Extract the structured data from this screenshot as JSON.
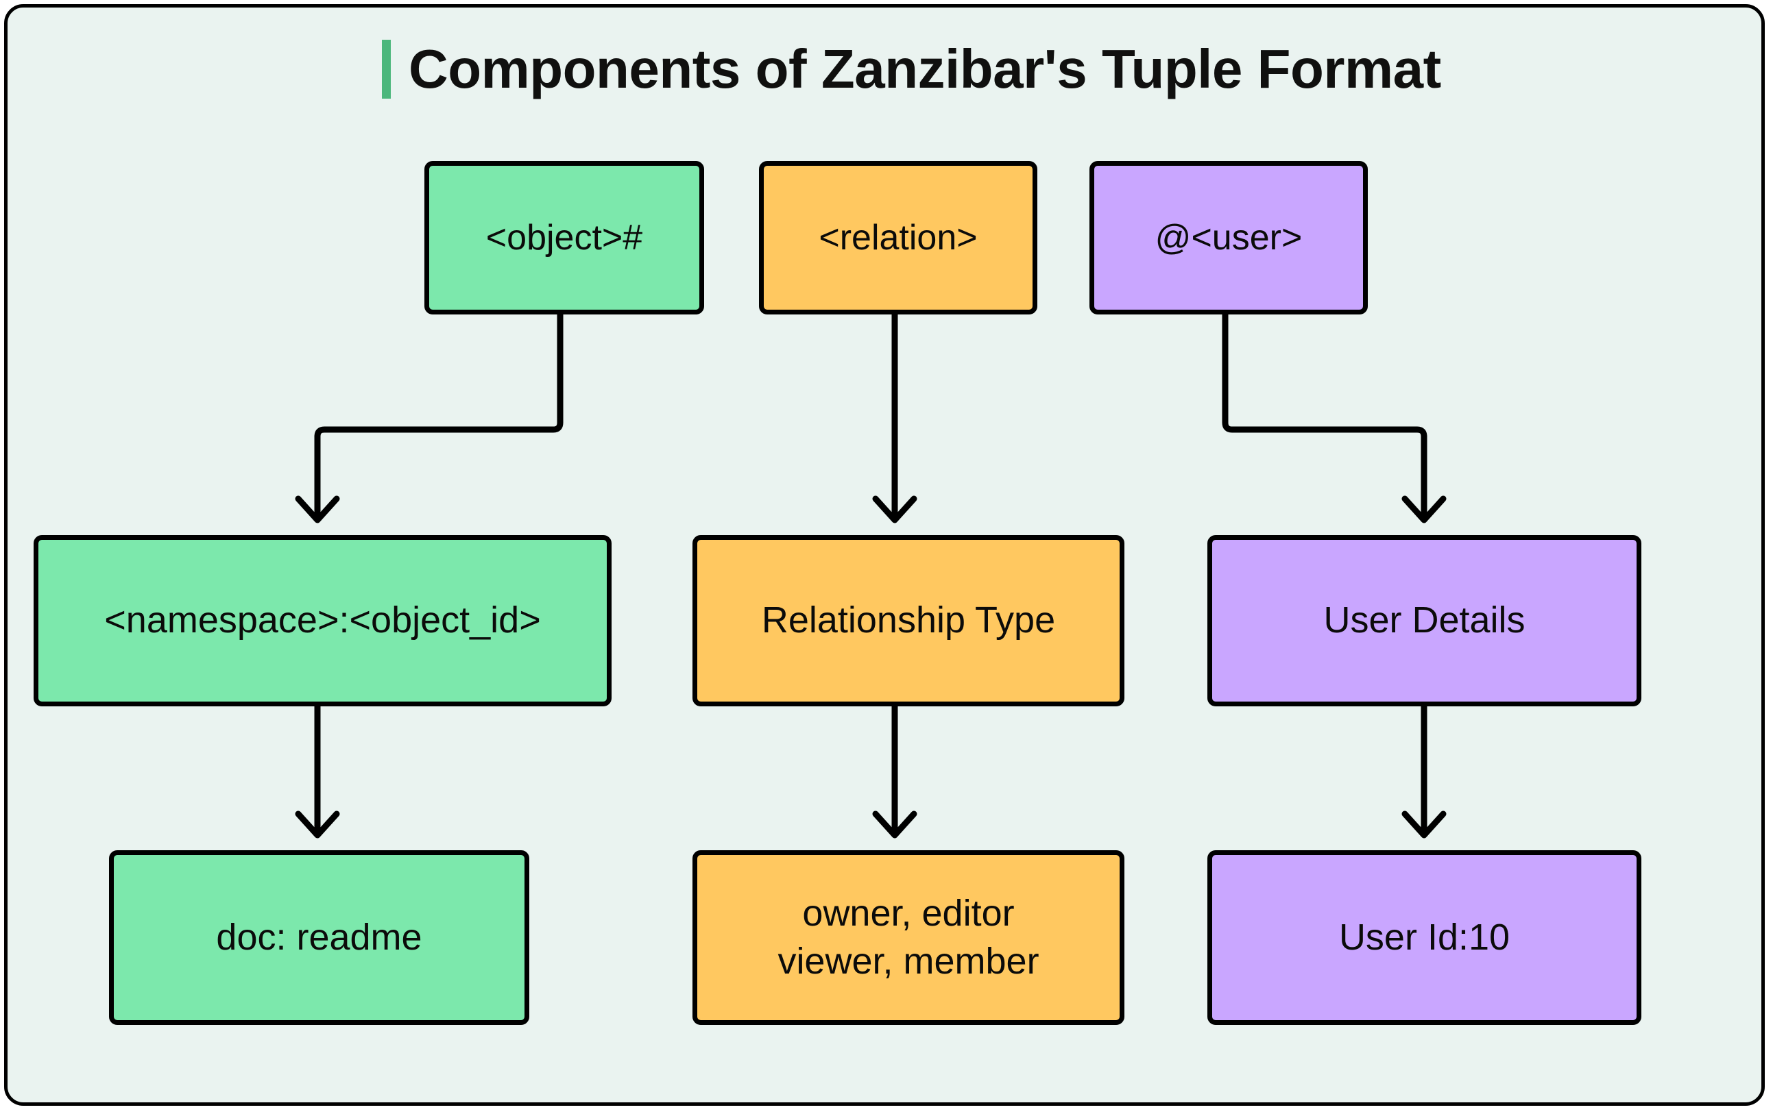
{
  "header": {
    "title": "Components of Zanzibar's Tuple Format",
    "accent_color": "#4CB77C"
  },
  "theme": {
    "background": "#EAF3F0",
    "border": "#000000",
    "green": "#7CE8AC",
    "orange": "#FFC860",
    "purple": "#C9A6FF"
  },
  "diagram": {
    "type": "flowchart",
    "columns": [
      {
        "id": "object",
        "color": "green",
        "nodes": [
          {
            "id": "object-token",
            "label": "<object>#"
          },
          {
            "id": "object-meaning",
            "label": "<namespace>:<object_id>"
          },
          {
            "id": "object-example",
            "label": "doc: readme"
          }
        ]
      },
      {
        "id": "relation",
        "color": "orange",
        "nodes": [
          {
            "id": "relation-token",
            "label": "<relation>"
          },
          {
            "id": "relation-meaning",
            "label": "Relationship Type"
          },
          {
            "id": "relation-example",
            "label": "owner, editor\nviewer, member"
          }
        ]
      },
      {
        "id": "user",
        "color": "purple",
        "nodes": [
          {
            "id": "user-token",
            "label": "@<user>"
          },
          {
            "id": "user-meaning",
            "label": "User Details"
          },
          {
            "id": "user-example",
            "label": "User Id:10"
          }
        ]
      }
    ],
    "edges": [
      {
        "from": "object-token",
        "to": "object-meaning",
        "shape": "elbow-left",
        "arrow": "down"
      },
      {
        "from": "relation-token",
        "to": "relation-meaning",
        "shape": "straight",
        "arrow": "down"
      },
      {
        "from": "user-token",
        "to": "user-meaning",
        "shape": "elbow-right",
        "arrow": "down"
      },
      {
        "from": "object-meaning",
        "to": "object-example",
        "shape": "straight",
        "arrow": "down"
      },
      {
        "from": "relation-meaning",
        "to": "relation-example",
        "shape": "straight",
        "arrow": "down"
      },
      {
        "from": "user-meaning",
        "to": "user-example",
        "shape": "straight",
        "arrow": "down"
      }
    ]
  }
}
